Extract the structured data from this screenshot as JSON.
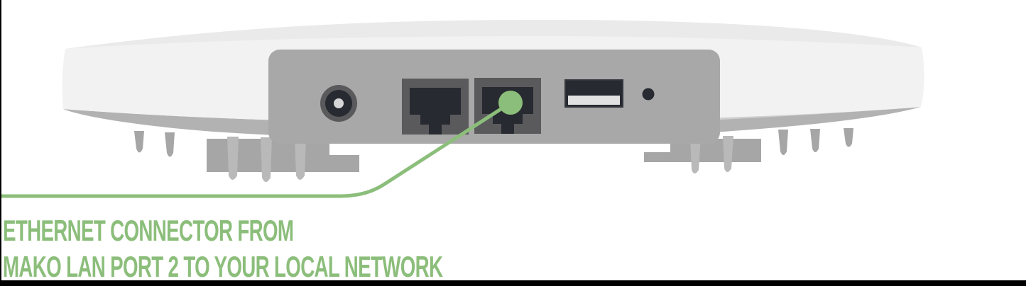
{
  "figure": {
    "type": "hardware-callout-diagram",
    "caption": {
      "line1": "ETHERNET CONNECTOR FROM",
      "line2": "MAKO LAN PORT 2 TO YOUR LOCAL NETWORK"
    },
    "device": {
      "name": "wireless-access-point-rear-view",
      "ports": [
        {
          "id": "power-jack-icon",
          "label": "power jack"
        },
        {
          "id": "lan-port-1-icon",
          "label": "LAN port 1"
        },
        {
          "id": "lan-port-2-icon",
          "label": "LAN port 2",
          "highlighted": true
        },
        {
          "id": "usb-port-icon",
          "label": "USB port"
        },
        {
          "id": "reset-pinhole-icon",
          "label": "reset pinhole"
        }
      ],
      "highlight": {
        "target": "LAN port 2",
        "marker": "green-dot-with-leader-line"
      }
    },
    "colors": {
      "accent_green": "#8cbe7b",
      "edge_black": "#000000",
      "panel_gray": "#a8a8a8",
      "bezel_gray": "#5a5a5c",
      "port_dark": "#272a30",
      "body_white": "#f2f2f2",
      "top_gray": "#eaeaea",
      "shadow_gray": "#b2b2b2",
      "shadow_light_gray": "#cfcfcf",
      "fin_gray": "#a6a6a6",
      "tooth_gray": "#b9b9b9",
      "usb_white": "#e2e2e2",
      "jack_dot_gray": "#d6d6d6"
    }
  }
}
